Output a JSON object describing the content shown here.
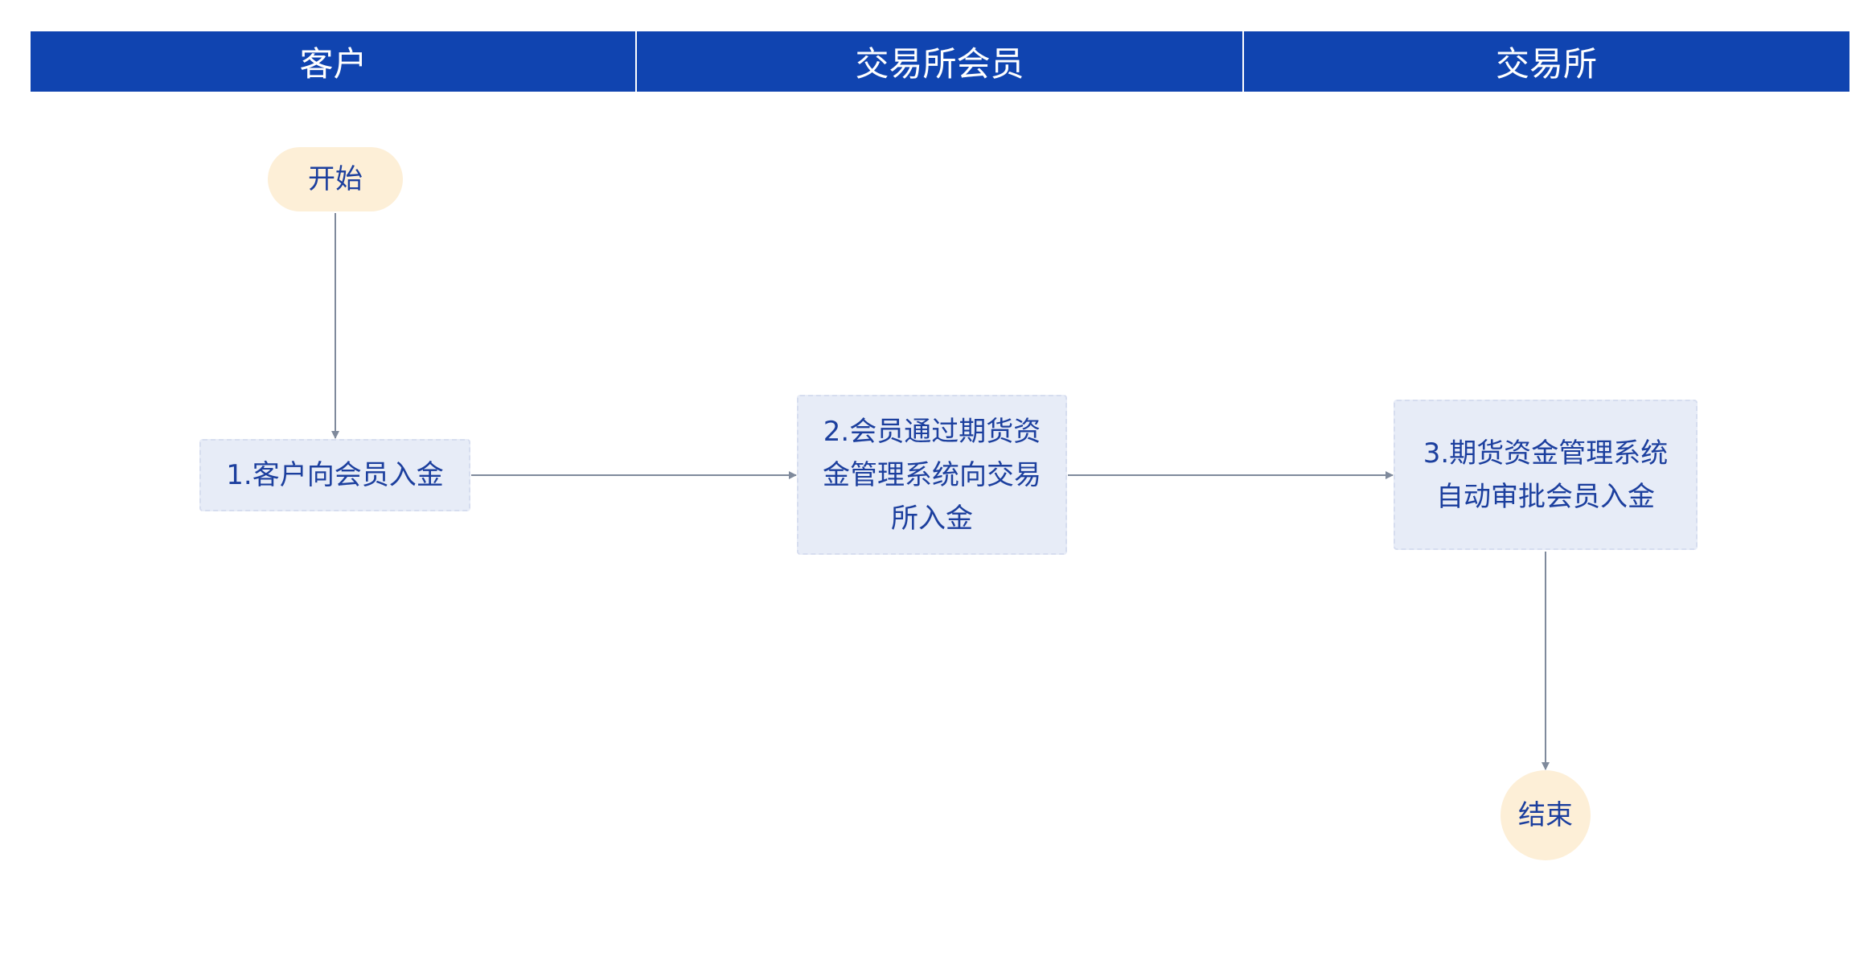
{
  "lanes": [
    {
      "label": "客户"
    },
    {
      "label": "交易所会员"
    },
    {
      "label": "交易所"
    }
  ],
  "nodes": {
    "start": {
      "label": "开始"
    },
    "step1": {
      "label": "1.客户向会员入金"
    },
    "step2": {
      "label": "2.会员通过期货资金管理系统向交易所入金"
    },
    "step3": {
      "label": "3.期货资金管理系统自动审批会员入金"
    },
    "end": {
      "label": "结束"
    }
  },
  "colors": {
    "header_bg": "#1044b0",
    "header_text": "#ffffff",
    "terminal_bg": "#fdefd7",
    "process_bg": "#e7ecf7",
    "node_text": "#1c3f9e",
    "connector": "#7f8a9c"
  }
}
